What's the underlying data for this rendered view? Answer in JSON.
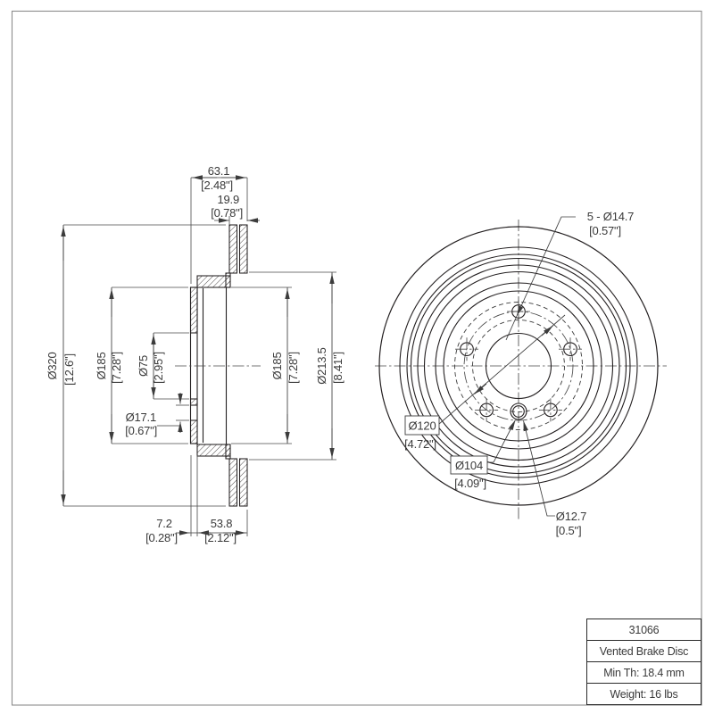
{
  "drawing": {
    "background": "#ffffff",
    "frame_color": "#8c8c8c",
    "line_color": "#231f20",
    "dim_color": "#3c3c3c"
  },
  "section_view": {
    "dims": {
      "overall_width": {
        "mm": "63.1",
        "inch": "[2.48\"]"
      },
      "disc_thickness": {
        "mm": "19.9",
        "inch": "[0.78\"]"
      },
      "outer_diameter": {
        "mm": "Ø320",
        "inch": "[12.6\"]"
      },
      "hat_diameter_left": {
        "mm": "Ø185",
        "inch": "[7.28\"]"
      },
      "center_bore": {
        "mm": "Ø75",
        "inch": "[2.95\"]"
      },
      "small_hole": {
        "mm": "Ø17.1",
        "inch": "[0.67\"]"
      },
      "hat_diameter_right": {
        "mm": "Ø185",
        "inch": "[7.28\"]"
      },
      "inner_diameter": {
        "mm": "Ø213.5",
        "inch": "[8.41\"]"
      },
      "hat_face_thickness": {
        "mm": "7.2",
        "inch": "[0.28\"]"
      },
      "hat_depth": {
        "mm": "53.8",
        "inch": "[2.12\"]"
      }
    }
  },
  "front_view": {
    "dims": {
      "bolt_holes": {
        "mm": "5 - Ø14.7",
        "inch": "[0.57\"]"
      },
      "bolt_circle": {
        "mm": "Ø120",
        "inch": "[4.72\"]"
      },
      "screw_circle": {
        "mm": "Ø104",
        "inch": "[4.09\"]"
      },
      "screw_hole": {
        "mm": "Ø12.7",
        "inch": "[0.5\"]"
      }
    }
  },
  "title_block": {
    "part_number": "31066",
    "product_type": "Vented Brake Disc",
    "min_thickness": "Min Th: 18.4 mm",
    "weight": "Weight: 16 lbs"
  }
}
